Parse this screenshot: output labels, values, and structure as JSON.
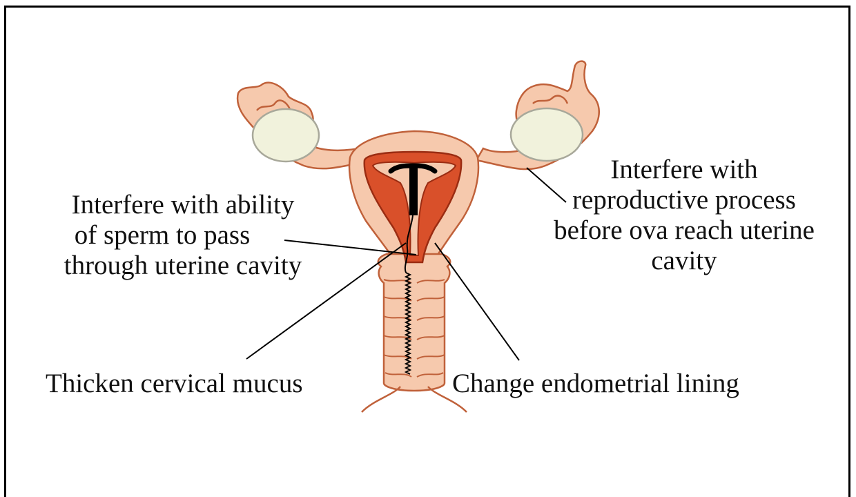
{
  "annotations": {
    "sperm_passage": {
      "lines": [
        "Interfere with ability",
        "of sperm to pass",
        "through uterine cavity"
      ]
    },
    "reproductive_process": {
      "lines": [
        "Interfere with",
        "reproductive process",
        "before ova reach uterine",
        "cavity"
      ]
    },
    "cervical_mucus": "Thicken cervical mucus",
    "endometrial_lining": "Change endometrial lining"
  },
  "colors": {
    "tissue_fill": "#f6c9ad",
    "tissue_stroke": "#c0613a",
    "cavity_fill": "#d9502a",
    "ovary_fill": "#f1f2dc",
    "ovary_stroke": "#a8a89a",
    "iud": "#000000"
  }
}
